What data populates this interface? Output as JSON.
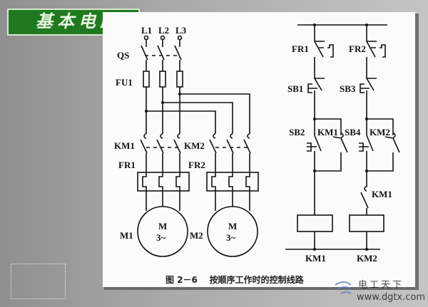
{
  "banner": {
    "title": "基本电路"
  },
  "power_circuit": {
    "phases": [
      "L1",
      "L2",
      "L3"
    ],
    "switch": "QS",
    "fuse": "FU1",
    "contactor1": "KM1",
    "contactor2": "KM2",
    "relay1": "FR1",
    "relay2": "FR2",
    "motor1": {
      "label": "M1",
      "symbol": "M",
      "type": "3~"
    },
    "motor2": {
      "label": "M2",
      "symbol": "M",
      "type": "3~"
    }
  },
  "control_circuit": {
    "fr1": "FR1",
    "fr2": "FR2",
    "sb1": "SB1",
    "sb3": "SB3",
    "sb2": "SB2",
    "sb4": "SB4",
    "km1_aux": "KM1",
    "km2_aux": "KM2",
    "km1_interlock": "KM1",
    "coil1": "KM1",
    "coil2": "KM2"
  },
  "caption": "图 2－6    按顺序工作时的控制线路",
  "watermark": {
    "text": "电工天下",
    "url": "www.dgtx.com"
  },
  "colors": {
    "banner": "#1f7a1f",
    "panel": "#fbfbfb",
    "background": "#a9a9a9"
  }
}
